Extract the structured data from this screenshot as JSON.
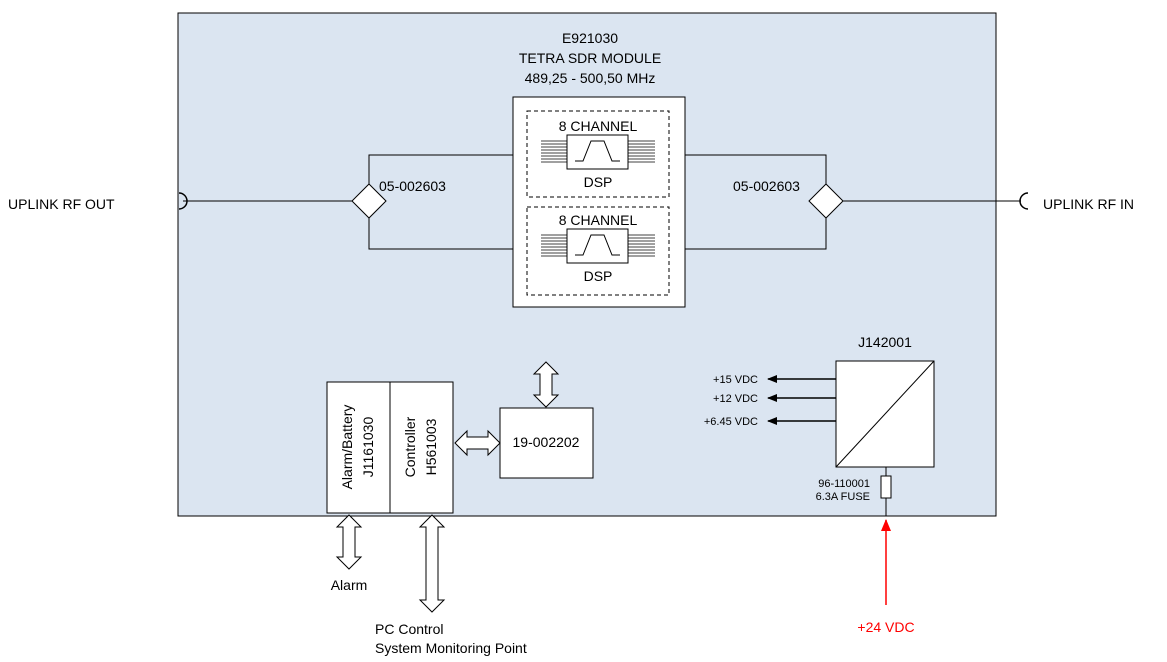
{
  "module": {
    "part": "E921030",
    "name": "TETRA SDR MODULE",
    "freq": "489,25 - 500,50 MHz"
  },
  "channels": [
    {
      "top": "8 CHANNEL",
      "bottom": "DSP"
    },
    {
      "top": "8 CHANNEL",
      "bottom": "DSP"
    }
  ],
  "splitters": {
    "left": "05-002603",
    "right": "05-002603"
  },
  "ports": {
    "out": "UPLINK RF OUT",
    "in": "UPLINK RF IN"
  },
  "psu": {
    "part": "J142001",
    "outputs": [
      "+15 VDC",
      "+12 VDC",
      "+6.45 VDC"
    ],
    "fuse_part": "96-110001",
    "fuse_rating": "6.3A FUSE",
    "input": "+24 VDC"
  },
  "boards": {
    "alarm_name": "Alarm/Battery",
    "alarm_part": "J1161030",
    "controller_name": "Controller",
    "controller_part": "H561003",
    "interface_part": "19-002202"
  },
  "external": {
    "alarm": "Alarm",
    "pc_line1": "PC Control",
    "pc_line2": "System Monitoring Point"
  },
  "colors": {
    "panel_fill": "#dbe5f1",
    "line": "#000000",
    "power_input": "#ff0000"
  }
}
